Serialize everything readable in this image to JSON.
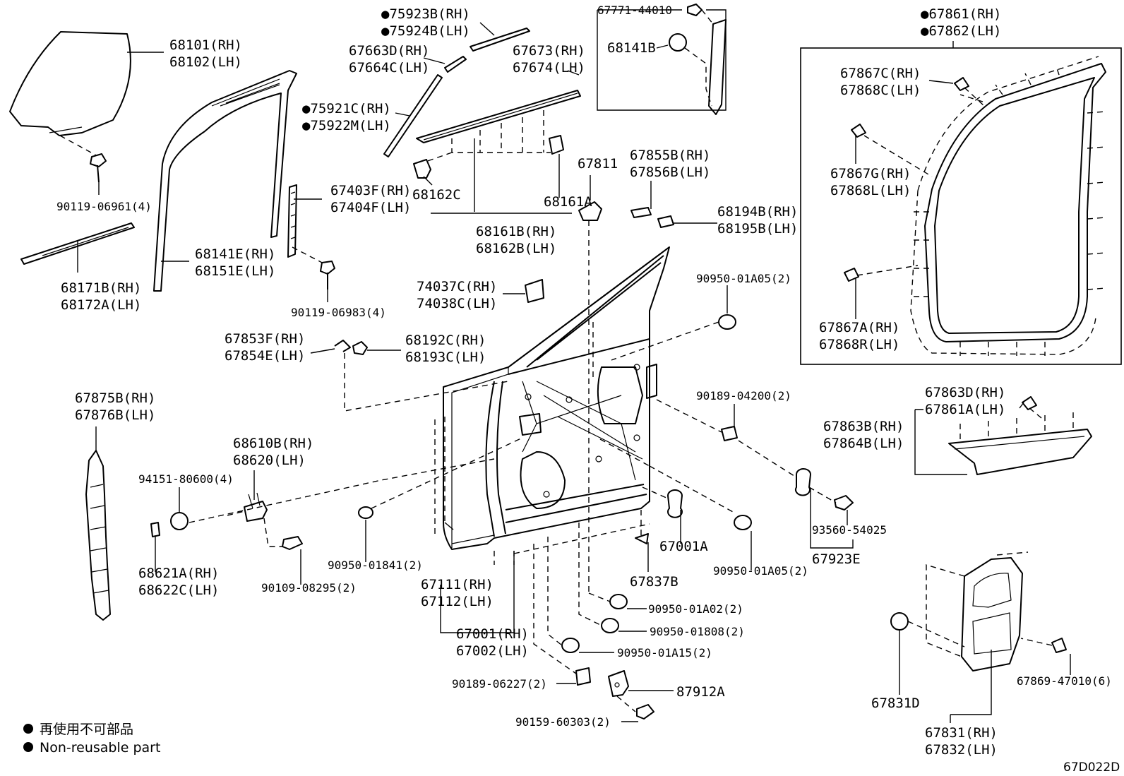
{
  "labels": {
    "l68101": [
      "68101(RH)",
      "68102(LH)"
    ],
    "l90119a": [
      "90119-06961(4)"
    ],
    "l68171": [
      "68171B(RH)",
      "68172A(LH)"
    ],
    "l68141e": [
      "68141E(RH)",
      "68151E(LH)"
    ],
    "l75923": [
      "●75923B(RH)",
      "●75924B(LH)"
    ],
    "l67663": [
      "67663D(RH)",
      "67664C(LH)"
    ],
    "l75921": [
      "●75921C(RH)",
      "●75922M(LH)"
    ],
    "l67403": [
      "67403F(RH)",
      "67404F(LH)"
    ],
    "l90119b": [
      "90119-06983(4)"
    ],
    "l68162c": [
      "68162C"
    ],
    "l67771": [
      "67771-44010"
    ],
    "l68141b": [
      "68141B"
    ],
    "l67673": [
      "67673(RH)",
      "67674(LH)"
    ],
    "l67811": [
      "67811"
    ],
    "l68161a": [
      "68161A"
    ],
    "l68161b": [
      "68161B(RH)",
      "68162B(LH)"
    ],
    "l67855": [
      "67855B(RH)",
      "67856B(LH)"
    ],
    "l68194": [
      "68194B(RH)",
      "68195B(LH)"
    ],
    "l90950a05t": [
      "90950-01A05(2)"
    ],
    "l74037": [
      "74037C(RH)",
      "74038C(LH)"
    ],
    "l67853": [
      "67853F(RH)",
      "67854E(LH)"
    ],
    "l68192": [
      "68192C(RH)",
      "68193C(LH)"
    ],
    "l67861": [
      "●67861(RH)",
      "●67862(LH)"
    ],
    "l67867c": [
      "67867C(RH)",
      "67868C(LH)"
    ],
    "l67867g": [
      "67867G(RH)",
      "67868L(LH)"
    ],
    "l67867a": [
      "67867A(RH)",
      "67868R(LH)"
    ],
    "l67863d": [
      "67863D(RH)",
      "67861A(LH)"
    ],
    "l67863b": [
      "67863B(RH)",
      "67864B(LH)"
    ],
    "l90189a": [
      "90189-04200(2)"
    ],
    "l93560": [
      "93560-54025"
    ],
    "l67923e": [
      "67923E"
    ],
    "l67875": [
      "67875B(RH)",
      "67876B(LH)"
    ],
    "l68610": [
      "68610B(RH)",
      "68620(LH)"
    ],
    "l94151": [
      "94151-80600(4)"
    ],
    "l68621": [
      "68621A(RH)",
      "68622C(LH)"
    ],
    "l90109": [
      "90109-08295(2)"
    ],
    "l90950b": [
      "90950-01841(2)"
    ],
    "l67111": [
      "67111(RH)",
      "67112(LH)"
    ],
    "l67001": [
      "67001(RH)",
      "67002(LH)"
    ],
    "l67001a": [
      "67001A"
    ],
    "l67837b": [
      "67837B"
    ],
    "l90950a05b": [
      "90950-01A05(2)"
    ],
    "l90950a02": [
      "90950-01A02(2)"
    ],
    "l90950808": [
      "90950-01808(2)"
    ],
    "l90950a15": [
      "90950-01A15(2)"
    ],
    "l90189b": [
      "90189-06227(2)"
    ],
    "l87912a": [
      "87912A"
    ],
    "l90159": [
      "90159-60303(2)"
    ],
    "l67831d": [
      "67831D"
    ],
    "l67869": [
      "67869-47010(6)"
    ],
    "l67831": [
      "67831(RH)",
      "67832(LH)"
    ]
  },
  "legend": {
    "jp": "再使用不可部品",
    "en": "Non-reusable part"
  },
  "diagram_code": "67D022D"
}
